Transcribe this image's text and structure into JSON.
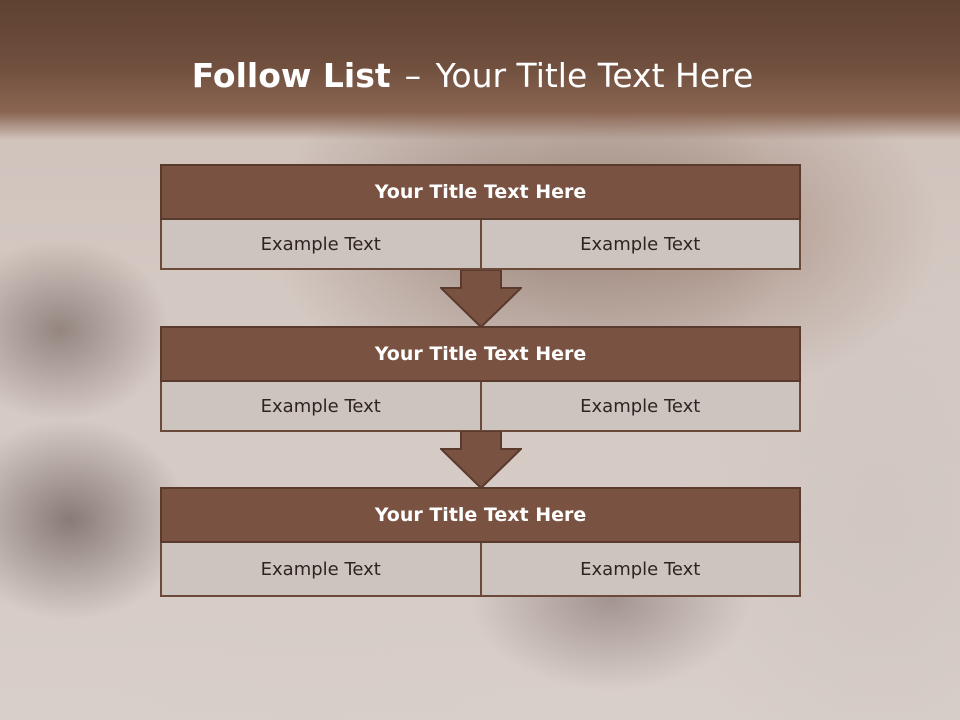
{
  "slide": {
    "title_bold": "Follow List",
    "title_dash": "–",
    "title_rest": "Your Title Text Here"
  },
  "blocks": [
    {
      "title": "Your Title Text Here",
      "left": "Example Text",
      "right": "Example Text"
    },
    {
      "title": "Your Title Text Here",
      "left": "Example Text",
      "right": "Example Text"
    },
    {
      "title": "Your Title Text Here",
      "left": "Example Text",
      "right": "Example Text"
    }
  ],
  "colors": {
    "header": "#6f4e3d",
    "block_head": "#795241",
    "cell": "#cdc3bf",
    "arrow": "#7a5242"
  }
}
